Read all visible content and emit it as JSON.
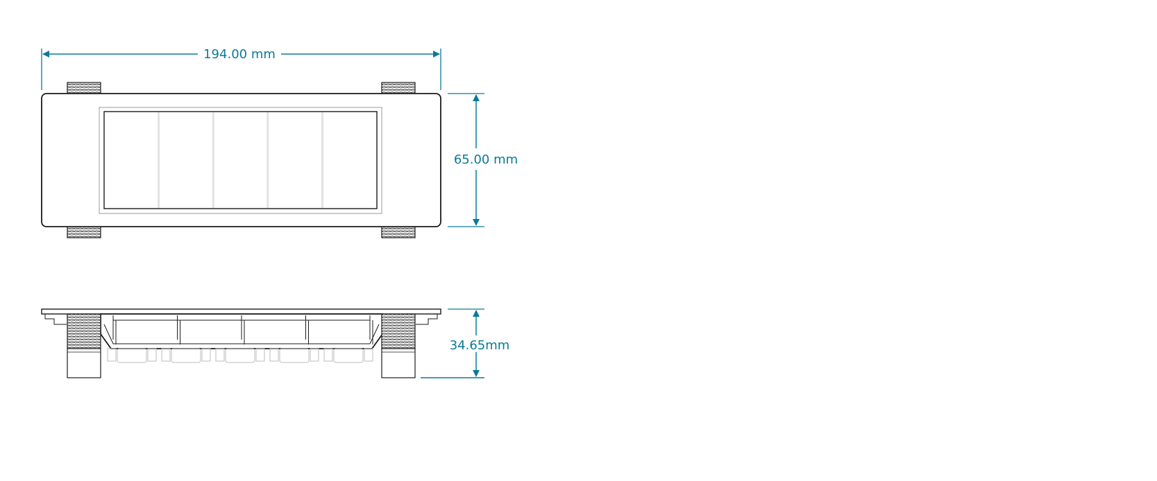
{
  "colors": {
    "dimension": "#0a7a96",
    "outline": "#1a1a1a",
    "hidden_lines": "#c8c8c8",
    "clip_shading": "#555555"
  },
  "dimensions": {
    "width_label": "194.00 mm",
    "height_label": "65.00 mm",
    "depth_label": "34.65mm"
  },
  "views": {
    "top_view": {
      "compartments": 5
    },
    "side_view": {
      "sockets": 5
    }
  }
}
